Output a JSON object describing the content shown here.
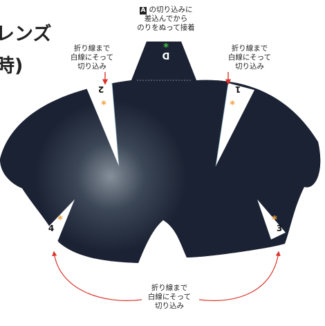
{
  "title": {
    "line1": "レンズ",
    "line2": "時)"
  },
  "top_note": {
    "badge": "A",
    "line1": "の切り込みに",
    "line2": "差込んでから",
    "line3": "のりをぬって接着"
  },
  "tab_letter": "D",
  "cut_label_left": [
    "折り線まで",
    "白線にそって",
    "切り込み"
  ],
  "cut_label_right": [
    "折り線まで",
    "白線にそって",
    "切り込み"
  ],
  "cut_label_bottom": [
    "折り線まで",
    "白線にそって",
    "切り込み"
  ],
  "notch_numbers": [
    "2",
    "1",
    "4",
    "3"
  ],
  "asterisk": "*",
  "colors": {
    "mask": "#1b2233",
    "glow": "#8b959f",
    "asterisk_orange": "#f0a040",
    "asterisk_green": "#3fbf3f",
    "arrow": "#d9342b"
  }
}
